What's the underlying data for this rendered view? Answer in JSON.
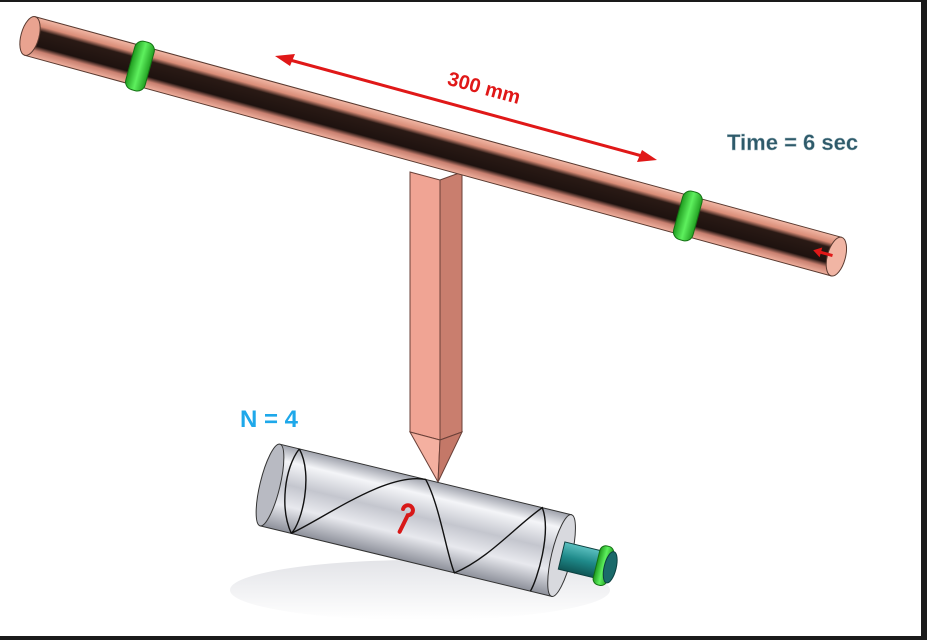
{
  "annotations": {
    "length_label": "300 mm",
    "time_label": "Time = 6 sec",
    "n_label": "N = 4"
  },
  "colors": {
    "rod_copper": "#e8a08c",
    "rod_dark": "#231612",
    "ring_green": "#3ccf3c",
    "arrow_red": "#e01818",
    "time_text": "#2e5a6a",
    "n_text": "#1ea8ea",
    "cylinder_gray": "#c9cbd2",
    "shaft_teal": "#1f8a8a"
  }
}
